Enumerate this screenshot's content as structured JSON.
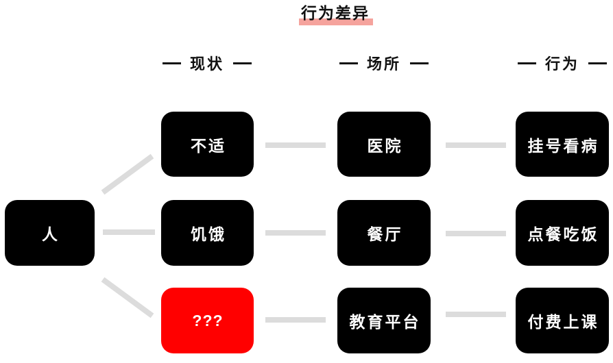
{
  "title": {
    "text": "行为差异"
  },
  "column_headers": [
    {
      "label": "现状"
    },
    {
      "label": "场所"
    },
    {
      "label": "行为"
    }
  ],
  "root_node": {
    "label": "人"
  },
  "rows": [
    {
      "state": "不适",
      "place": "医院",
      "behavior": "挂号看病"
    },
    {
      "state": "饥饿",
      "place": "餐厅",
      "behavior": "点餐吃饭"
    },
    {
      "state": "???",
      "place": "教育平台",
      "behavior": "付费上课"
    }
  ],
  "colors": {
    "node_bg": "#000000",
    "node_text": "#ffffff",
    "alert_bg": "#ff0000",
    "connector": "#dcdcdc",
    "title_highlight": "#f5a39d",
    "header_text": "#111111"
  }
}
